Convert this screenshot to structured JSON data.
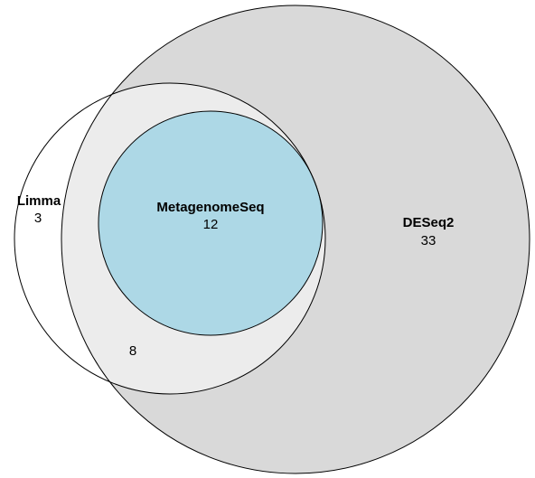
{
  "sets": {
    "limma": {
      "name": "Limma",
      "count": "3"
    },
    "deseq2": {
      "name": "DESeq2",
      "count": "33"
    },
    "metagenomeseq": {
      "name": "MetagenomeSeq",
      "count": "12"
    }
  },
  "overlap_limma_deseq2": {
    "count": "8"
  },
  "colors": {
    "deseq2_fill": "#d9d9d9",
    "limma_deseq2_overlap_fill": "#ececec",
    "metagenomeseq_fill": "#add8e6",
    "limma_fill": "#ffffff",
    "outline": "#000000"
  }
}
